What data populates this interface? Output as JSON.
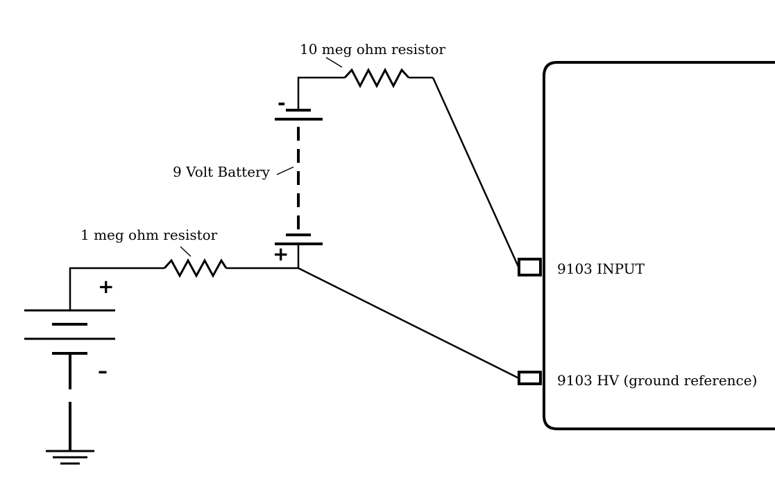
{
  "labels": {
    "r10_label": "10 meg ohm resistor",
    "r1_label": "1 meg ohm resistor",
    "battery_label": "9 Volt Battery",
    "input_label": "9103 INPUT",
    "hv_label": "9103 HV (ground reference)"
  },
  "polarity": {
    "left_battery_plus": "+",
    "left_battery_minus": "–",
    "nine_volt_plus": "+",
    "nine_volt_minus": "-"
  },
  "colors": {
    "ink": "#000000",
    "background": "#ffffff"
  }
}
